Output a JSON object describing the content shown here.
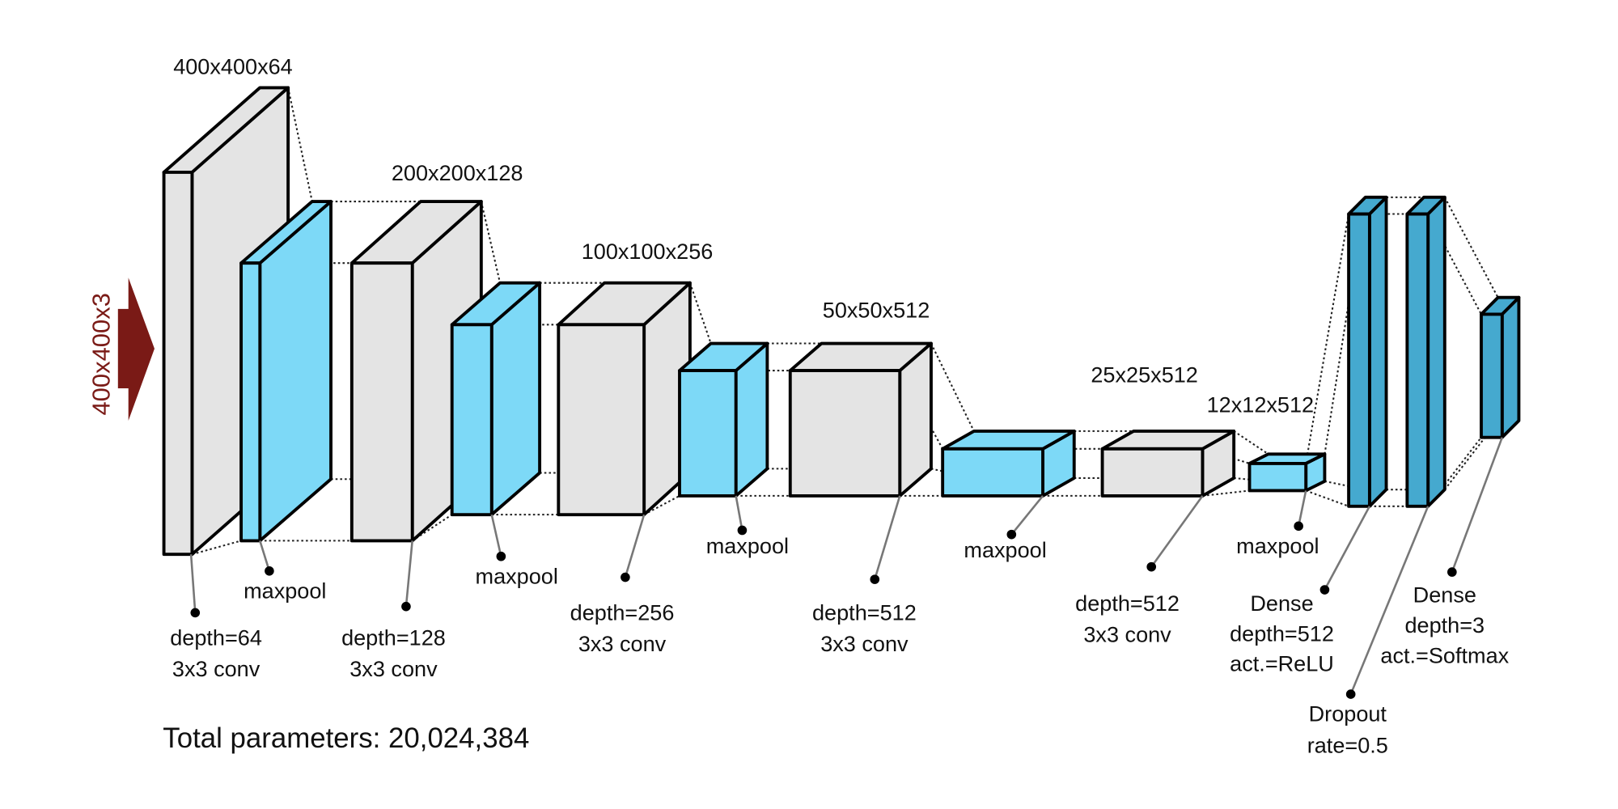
{
  "input": {
    "label": "400x400x3",
    "arrow_color": "#7a1a16"
  },
  "colors": {
    "conv": "#e4e4e4",
    "maxpool": "#7dd9f7",
    "dense": "#45a9cf",
    "stroke": "#000000"
  },
  "dimension_labels": [
    "400x400x64",
    "200x200x128",
    "100x100x256",
    "50x50x512",
    "25x25x512",
    "12x12x512"
  ],
  "layers": [
    {
      "type": "conv",
      "lines": [
        "depth=64",
        "3x3 conv"
      ]
    },
    {
      "type": "maxpool",
      "lines": [
        "maxpool"
      ]
    },
    {
      "type": "conv",
      "lines": [
        "depth=128",
        "3x3 conv"
      ]
    },
    {
      "type": "maxpool",
      "lines": [
        "maxpool"
      ]
    },
    {
      "type": "conv",
      "lines": [
        "depth=256",
        "3x3 conv"
      ]
    },
    {
      "type": "maxpool",
      "lines": [
        "maxpool"
      ]
    },
    {
      "type": "conv",
      "lines": [
        "depth=512",
        "3x3 conv"
      ]
    },
    {
      "type": "maxpool",
      "lines": [
        "maxpool"
      ]
    },
    {
      "type": "conv",
      "lines": [
        "depth=512",
        "3x3 conv"
      ]
    },
    {
      "type": "maxpool",
      "lines": [
        "maxpool"
      ]
    },
    {
      "type": "dense",
      "lines": [
        "Dense",
        "depth=512",
        "act.=ReLU"
      ]
    },
    {
      "type": "dense",
      "lines": [
        "Dropout",
        "rate=0.5"
      ]
    },
    {
      "type": "dense",
      "lines": [
        "Dense",
        "depth=3",
        "act.=Softmax"
      ]
    }
  ],
  "total_parameters": "Total parameters: 20,024,384"
}
